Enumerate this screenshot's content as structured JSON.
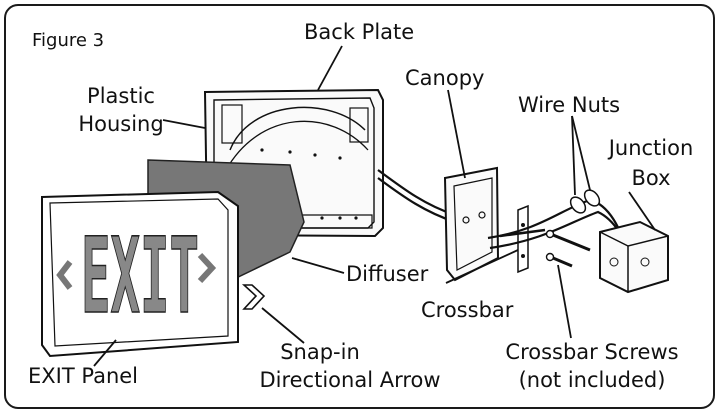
{
  "figure": {
    "title": "Figure 3",
    "labels": {
      "back_plate": "Back Plate",
      "canopy": "Canopy",
      "wire_nuts": "Wire Nuts",
      "plastic_housing_1": "Plastic",
      "plastic_housing_2": "Housing",
      "junction_box_1": "Junction",
      "junction_box_2": "Box",
      "diffuser": "Diffuser",
      "crossbar": "Crossbar",
      "crossbar_screws_1": "Crossbar Screws",
      "crossbar_screws_2": "(not included)",
      "exit_panel": "EXIT Panel",
      "snap_in_1": "Snap-in",
      "snap_in_2": "Directional Arrow"
    },
    "sign_text": "EXIT"
  }
}
